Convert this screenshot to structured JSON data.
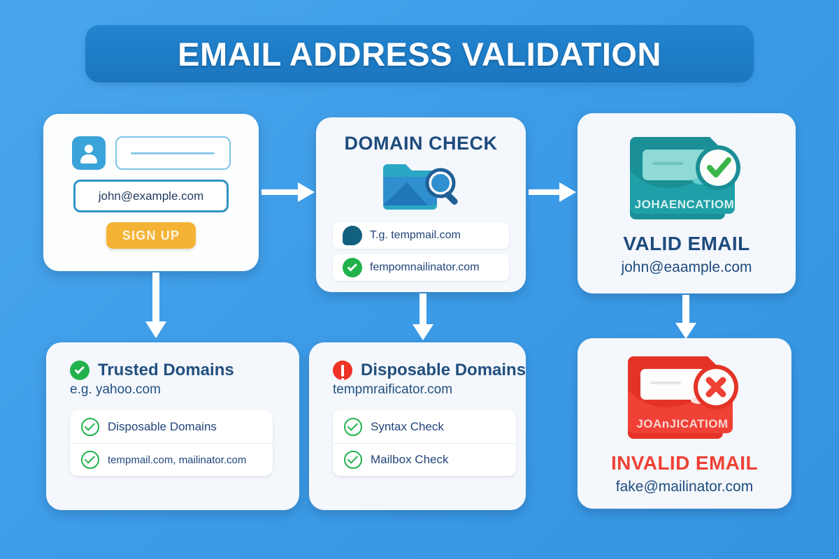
{
  "page": {
    "title": "EMAIL ADDRESS VALIDATION",
    "background_color": "#3d9ce8",
    "banner_color": "#1b76bf"
  },
  "signup_card": {
    "name": "signup-form",
    "avatar_icon": "user-avatar-icon",
    "name_field_value": "",
    "email_field_value": "john@example.com",
    "button_label": "SIGN UP",
    "button_color": "#f5b335"
  },
  "domain_check_card": {
    "title": "DOMAIN CHECK",
    "icon": "folder-magnifier-icon",
    "items": [
      {
        "icon": "teal-flag-icon",
        "label": "T.g. tempmail.com"
      },
      {
        "icon": "green-check-icon",
        "label": "fempomnailinator.com"
      }
    ]
  },
  "valid_card": {
    "icon": "envelope-check-icon",
    "envelope_color": "#1fa0a8",
    "envelope_text": "JOHAENCATIOM",
    "label": "VALID EMAIL",
    "email": "john@eaample.com"
  },
  "invalid_card": {
    "icon": "envelope-cross-icon",
    "envelope_color": "#ef4136",
    "envelope_text": "JOAnJICATIOM",
    "label": "INVALID EMAIL",
    "email": "fake@mailinator.com"
  },
  "trusted_panel": {
    "status_icon": "green-check-badge",
    "title": "Trusted Domains",
    "subtitle": "e.g. yahoo.com",
    "rows": [
      {
        "icon": "green-check-ring",
        "label": "Disposable Domains",
        "small": false
      },
      {
        "icon": "green-check-ring",
        "label": "tempmail.com, mailinator.com",
        "small": true
      }
    ]
  },
  "disposable_panel": {
    "status_icon": "red-alert-badge",
    "title": "Disposable Domains",
    "subtitle": "tempmraificator.com",
    "rows": [
      {
        "icon": "green-check-ring",
        "label": "Syntax Check",
        "small": false
      },
      {
        "icon": "green-check-ring",
        "label": "Mailbox Check",
        "small": false
      }
    ]
  },
  "arrows": [
    {
      "name": "arrow-signup-to-domain",
      "direction": "right"
    },
    {
      "name": "arrow-domain-to-valid",
      "direction": "right"
    },
    {
      "name": "arrow-signup-to-trusted",
      "direction": "down"
    },
    {
      "name": "arrow-domain-to-disposable",
      "direction": "down"
    },
    {
      "name": "arrow-valid-to-invalid",
      "direction": "down"
    }
  ]
}
